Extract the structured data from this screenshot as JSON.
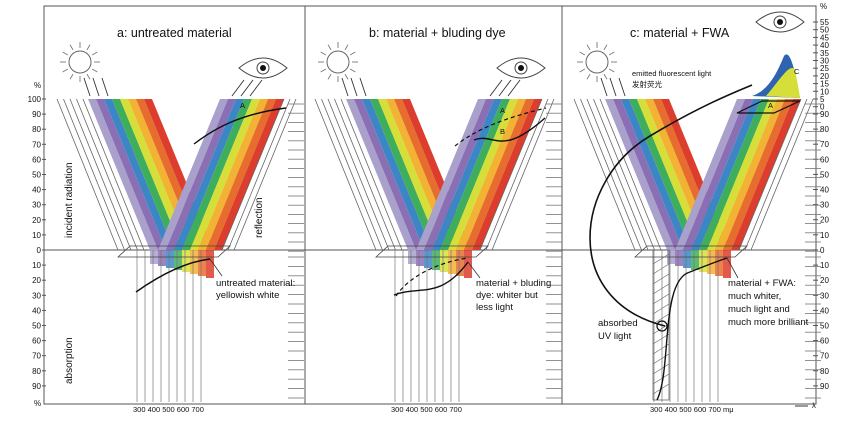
{
  "panels": [
    {
      "title": "a: untreated material",
      "reflection_label": "reflection",
      "note": [
        "untreated material:",
        "yellowish white"
      ],
      "marker": "A"
    },
    {
      "title": "b: material + bluding dye",
      "note": [
        "material + bluding",
        "dye: whiter but",
        "less light"
      ],
      "marker_a": "A",
      "marker_b": "B"
    },
    {
      "title": "c: material + FWA",
      "note": [
        "material + FWA:",
        "much whiter,",
        "much light and",
        "much more brilliant"
      ],
      "marker_a": "A",
      "marker_c": "C",
      "emitted": [
        "emitted fluorescent light",
        "发射荧光"
      ],
      "absorbed": [
        "absorbed",
        "UV light"
      ]
    }
  ],
  "axis": {
    "unit_symbol": "%",
    "upper_ticks": [
      "100",
      "90",
      "80",
      "70",
      "60",
      "50",
      "40",
      "30",
      "20",
      "10",
      "0"
    ],
    "lower_ticks": [
      "10",
      "20",
      "30",
      "40",
      "50",
      "60",
      "70",
      "80",
      "90"
    ],
    "right_upper_ticks": [
      "55",
      "50",
      "45",
      "40",
      "35",
      "30",
      "25",
      "20",
      "15",
      "10",
      "5",
      "0"
    ],
    "right_mid_ticks": [
      "90",
      "80",
      "70",
      "60",
      "50",
      "40",
      "30",
      "20",
      "10",
      "0"
    ],
    "incident_label": "incident radiation",
    "absorption_label": "absorption",
    "wavelength_ticks": [
      "300 400 500 600 700",
      "300 400 500 600 700",
      "300 400 500 600 700 mμ"
    ],
    "lambda_label": "λ"
  },
  "colors": {
    "spectrum": [
      "#a9a0cc",
      "#8a6fb4",
      "#3d86c6",
      "#3fae5c",
      "#d6df3a",
      "#f2b233",
      "#e66d2d",
      "#dc3d2d"
    ],
    "fluorescent": "#2f63b0"
  },
  "icons": [
    "sun-icon",
    "eye-icon"
  ]
}
